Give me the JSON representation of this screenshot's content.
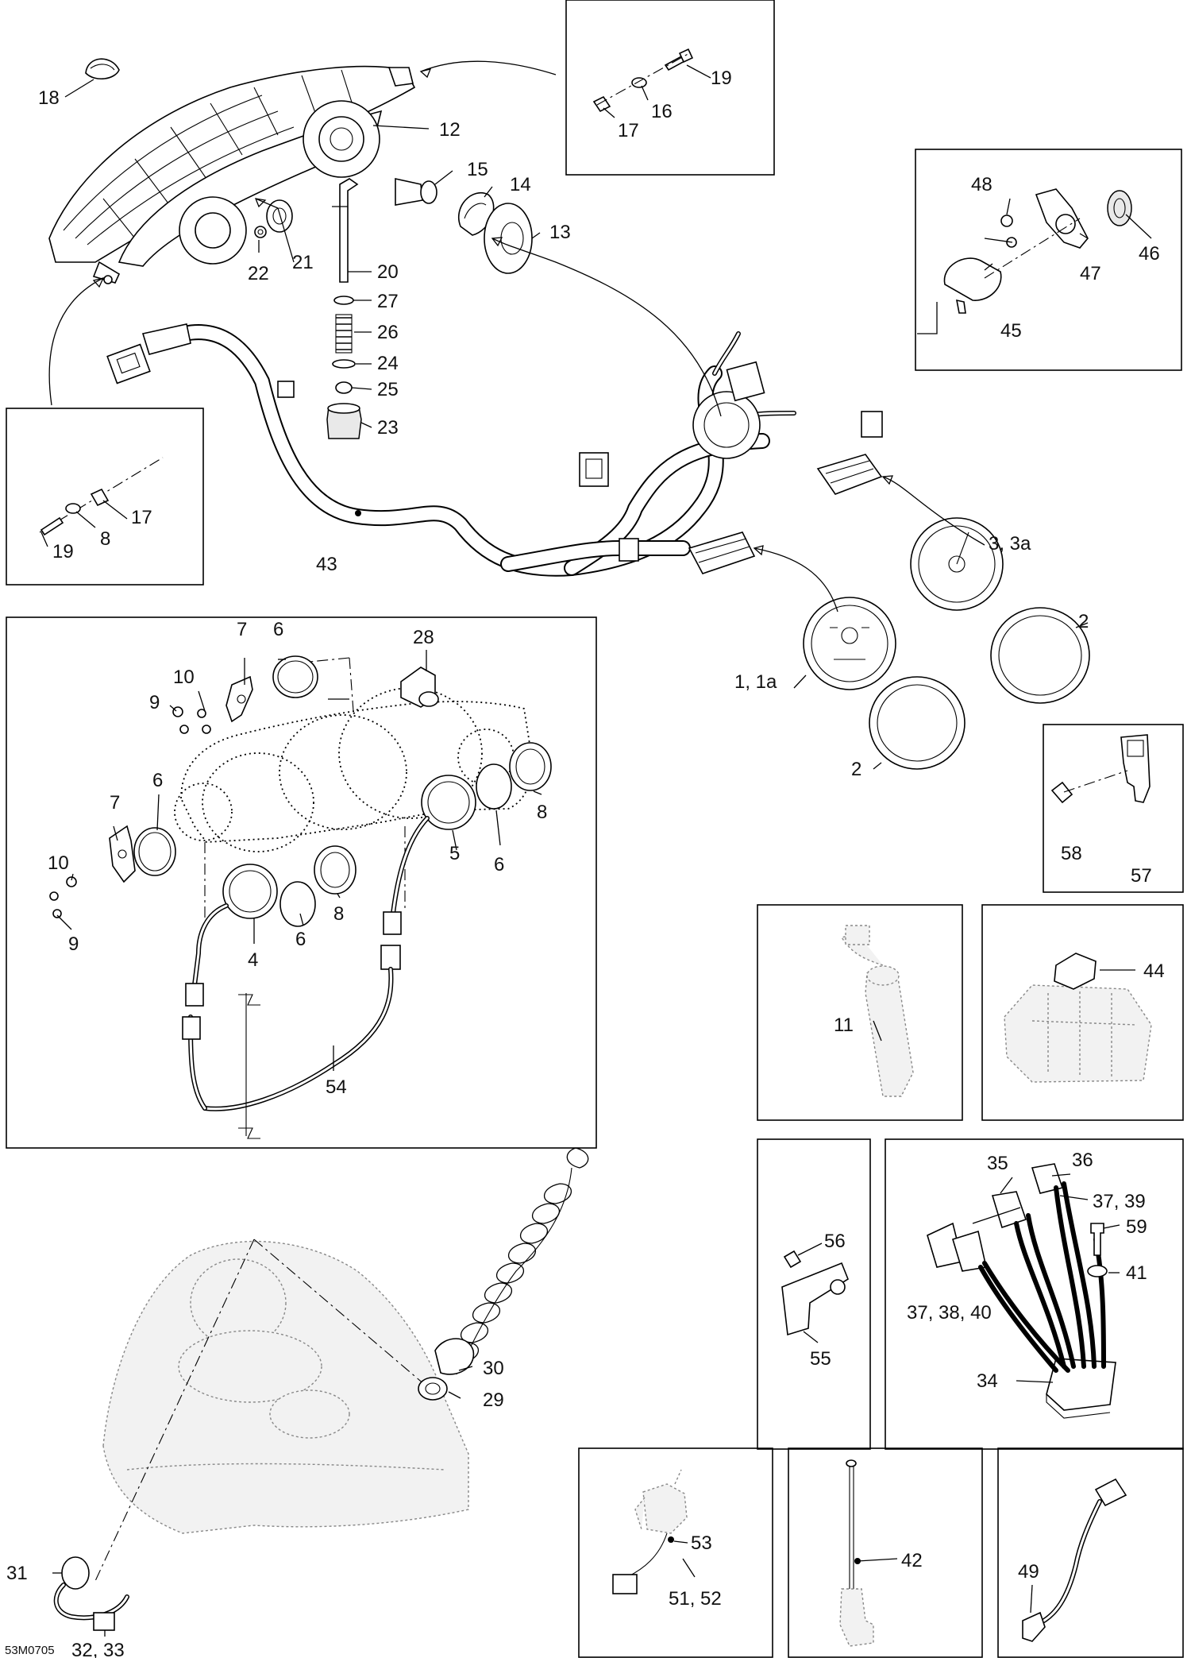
{
  "diagram_code": "53M0705",
  "callouts": {
    "c1": "1, 1a",
    "c2a": "2",
    "c2b": "2",
    "c3": "3, 3a",
    "c4": "4",
    "c5": "5",
    "c6a": "6",
    "c6b": "6",
    "c6c": "6",
    "c6d": "6",
    "c7a": "7",
    "c7b": "7",
    "c8a": "8",
    "c8b": "8",
    "c8c": "8",
    "c9a": "9",
    "c9b": "9",
    "c10a": "10",
    "c10b": "10",
    "c11": "11",
    "c12": "12",
    "c13": "13",
    "c14": "14",
    "c15": "15",
    "c16": "16",
    "c17a": "17",
    "c17b": "17",
    "c18": "18",
    "c19a": "19",
    "c19b": "19",
    "c20": "20",
    "c21": "21",
    "c22": "22",
    "c23": "23",
    "c24": "24",
    "c25": "25",
    "c26": "26",
    "c27": "27",
    "c28": "28",
    "c29": "29",
    "c30": "30",
    "c31": "31",
    "c32": "32, 33",
    "c34": "34",
    "c35": "35",
    "c36": "36",
    "c37": "37, 39",
    "c37b": "37, 38, 40",
    "c41": "41",
    "c42": "42",
    "c43": "43",
    "c44": "44",
    "c45": "45",
    "c46": "46",
    "c47": "47",
    "c48": "48",
    "c49": "49",
    "c51": "51, 52",
    "c53": "53",
    "c54": "54",
    "c55": "55",
    "c56": "56",
    "c57": "57",
    "c58": "58",
    "c59": "59"
  }
}
